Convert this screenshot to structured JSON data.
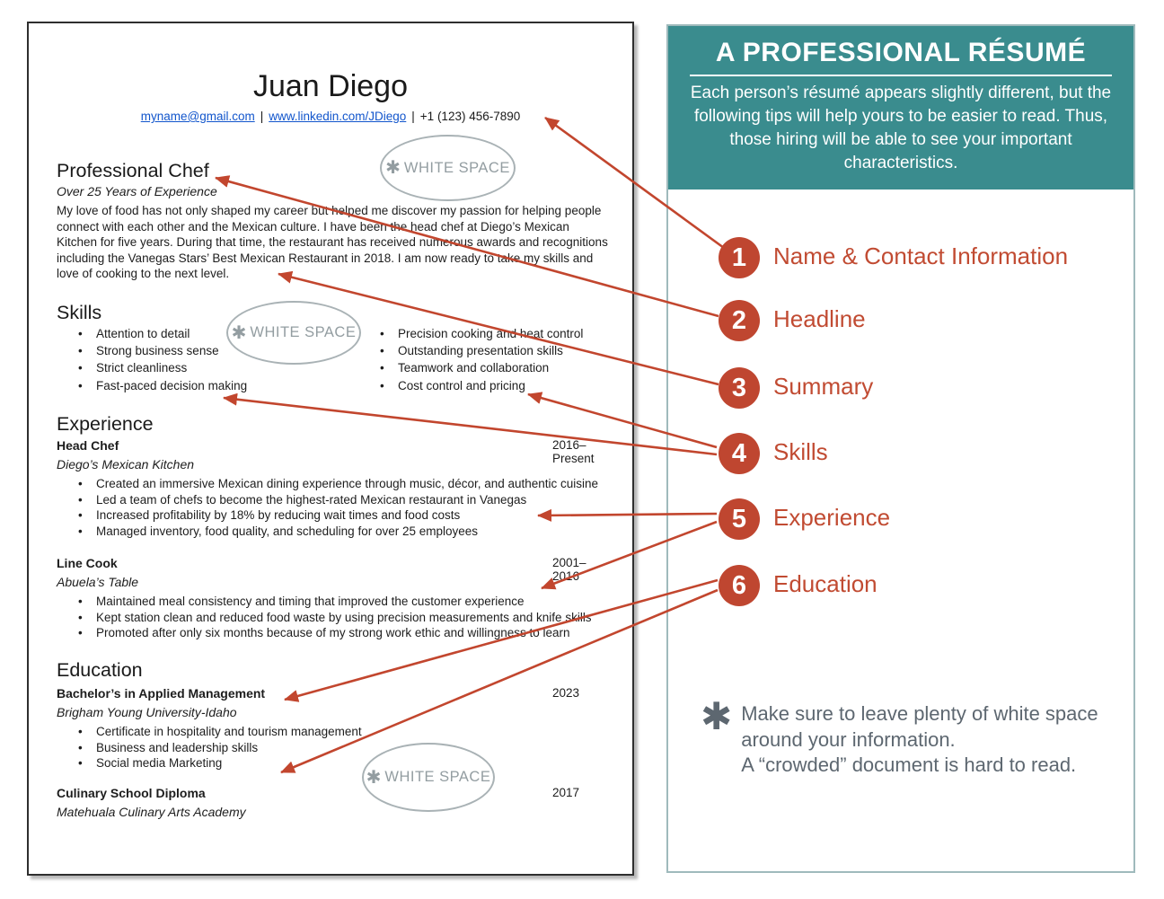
{
  "resume": {
    "name": "Juan Diego",
    "contact": {
      "email": "myname@gmail.com",
      "sep": "|",
      "linkedin": "www.linkedin.com/JDiego",
      "phone": "+1 (123) 456-7890"
    },
    "headline": "Professional Chef",
    "subheadline": "Over 25 Years of Experience",
    "summary": "My love of food has not only shaped my career but helped me discover my passion for helping people connect with each other and the Mexican culture. I have been the head chef at Diego’s Mexican Kitchen for five years. During that time, the restaurant has received numerous awards and recognitions including the Vanegas Stars’ Best Mexican Restaurant in 2018. I am now ready to take my skills and love of cooking to the next level.",
    "skills_heading": "Skills",
    "skills_left": [
      "Attention to detail",
      "Strong business sense",
      "Strict cleanliness",
      "Fast-paced decision making"
    ],
    "skills_right": [
      "Precision cooking and heat control",
      "Outstanding presentation skills",
      "Teamwork and collaboration",
      "Cost control and pricing"
    ],
    "experience_heading": "Experience",
    "jobs": [
      {
        "title": "Head Chef",
        "dates": "2016–Present",
        "company": "Diego’s Mexican Kitchen",
        "bullets": [
          "Created an immersive Mexican dining experience through music, décor, and authentic cuisine",
          "Led a team of chefs to become the highest-rated Mexican restaurant in Vanegas",
          "Increased profitability by 18% by reducing wait times and food costs",
          "Managed inventory, food quality, and scheduling for over 25 employees"
        ]
      },
      {
        "title": "Line Cook",
        "dates": "2001–2016",
        "company": "Abuela’s Table",
        "bullets": [
          "Maintained meal consistency and timing that improved the customer experience",
          "Kept station clean and reduced food waste by using precision measurements and knife skills",
          "Promoted after only six months because of my strong work ethic and willingness to learn"
        ]
      }
    ],
    "education_heading": "Education",
    "schools": [
      {
        "title": "Bachelor’s in Applied Management",
        "dates": "2023",
        "school": "Brigham Young University-Idaho",
        "bullets": [
          "Certificate in hospitality and tourism management",
          "Business and leadership skills",
          "Social media Marketing"
        ]
      },
      {
        "title": "Culinary School Diploma",
        "dates": "2017",
        "school": "Matehuala Culinary Arts Academy",
        "bullets": []
      }
    ],
    "white_space": {
      "asterisk": "✱",
      "label": "WHITE SPACE"
    }
  },
  "panel": {
    "title": "A PROFESSIONAL RÉSUMÉ",
    "intro": "Each person’s résumé appears slightly different, but the following tips will help yours to be easier to read. Thus, those hiring will be able to see your important characteristics.",
    "items": [
      {
        "number": "1",
        "label": "Name & Contact Information"
      },
      {
        "number": "2",
        "label": "Headline"
      },
      {
        "number": "3",
        "label": "Summary"
      },
      {
        "number": "4",
        "label": "Skills"
      },
      {
        "number": "5",
        "label": "Experience"
      },
      {
        "number": "6",
        "label": "Education"
      }
    ],
    "note": {
      "asterisk": "✱",
      "line1": "Make sure to leave plenty of white space",
      "line2": "around your information.",
      "line3": "A “crowded” document is hard to read."
    }
  },
  "colors": {
    "teal": "#3a8c8e",
    "red": "#bf4630",
    "gray": "#939da1",
    "link_blue": "#1155cc"
  }
}
